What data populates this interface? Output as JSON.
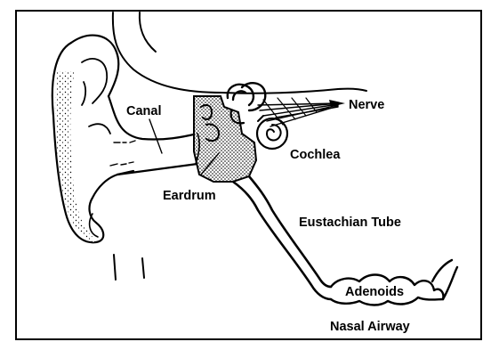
{
  "diagram": {
    "labels": {
      "canal": "Canal",
      "nerve": "Nerve",
      "cochlea": "Cochlea",
      "eardrum": "Eardrum",
      "eustachian_tube": "Eustachian Tube",
      "adenoids": "Adenoids",
      "nasal_airway": "Nasal Airway"
    }
  }
}
